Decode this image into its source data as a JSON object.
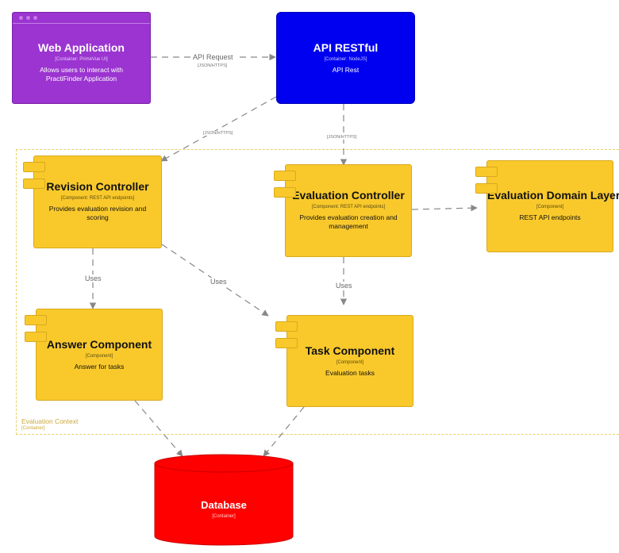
{
  "colors": {
    "web_app": "#9b34d0",
    "api": "#0000f0",
    "component": "#f9c92c",
    "database": "#ff0000",
    "boundary": "#e8d36a",
    "edge": "#888888"
  },
  "nodes": {
    "web_app": {
      "title": "Web Application",
      "tech": "[Container: PrimeVue UI]",
      "desc": "Allows users to interact with PractiFinder Application"
    },
    "api": {
      "title": "API RESTful",
      "tech": "[Container: NodeJS]",
      "desc": "API Rest"
    },
    "revision": {
      "title": "Revision Controller",
      "tech": "[Component: REST API endpoints]",
      "desc": "Provides evaluation revision and scoring"
    },
    "evaluation": {
      "title": "Evaluation Controller",
      "tech": "[Component: REST API endpoints]",
      "desc": "Provides evaluation creation and management"
    },
    "domain": {
      "title": "Evaluation Domain Layer",
      "tech": "[Component]",
      "desc": "REST API endpoints"
    },
    "answer": {
      "title": "Answer Component",
      "tech": "[Component]",
      "desc": "Answer for tasks"
    },
    "task": {
      "title": "Task Component",
      "tech": "[Component]",
      "desc": "Evaluation tasks"
    },
    "database": {
      "title": "Database",
      "tech": "[Container]"
    }
  },
  "boundary": {
    "title": "Evaluation Context",
    "tech": "[Container]"
  },
  "edges": {
    "web_api": {
      "label": "API Request",
      "tech": "[JSON/HTTPS]"
    },
    "api_revision": {
      "tech": "[JSON/HTTPS]"
    },
    "api_evaluation": {
      "tech": "[JSON/HTTPS]"
    },
    "revision_answer": {
      "label": "Uses"
    },
    "revision_task": {
      "label": "Uses"
    },
    "evaluation_task": {
      "label": "Uses"
    }
  }
}
